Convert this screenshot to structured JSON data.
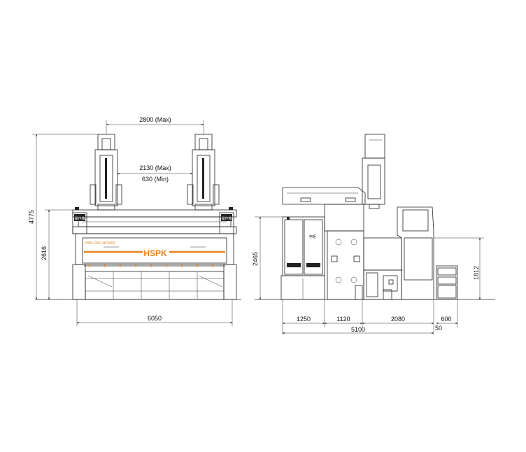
{
  "front_view": {
    "dim_top_max": "2800 (Max)",
    "dim_inner_max": "2130 (Max)",
    "dim_inner_min": "630 (Min)",
    "dim_total_height": "4775",
    "dim_body_height": "2616",
    "dim_width": "6050",
    "brand_logo": "HSPK",
    "model_label": "HSK-CNC-NC6000",
    "panel_label_left": "操作箱",
    "panel_label_right": "操作箱"
  },
  "side_view": {
    "dim_height_left": "2465",
    "dim_height_right": "1812",
    "dim_segments": [
      "1250",
      "1120",
      "2080",
      "600"
    ],
    "dim_total": "5100",
    "dim_gap": "50",
    "cabinet_label": "电柜"
  },
  "colors": {
    "accent_orange": "#e8821e",
    "line": "#222222"
  }
}
